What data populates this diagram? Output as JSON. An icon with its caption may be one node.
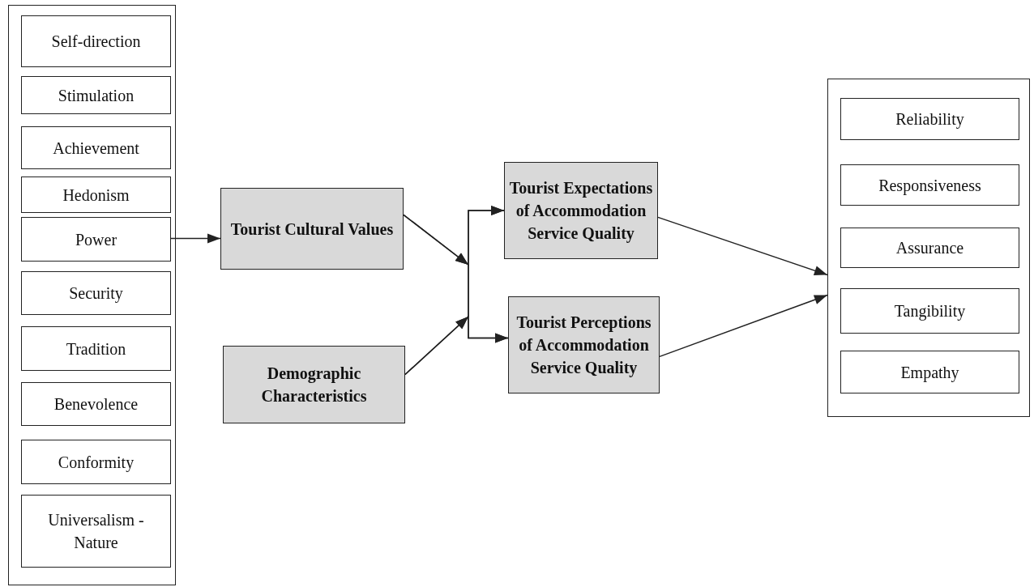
{
  "diagram": {
    "nodes": [
      {
        "text": [],
        "shape": "box"
      },
      {
        "text": [
          "Self-direction"
        ],
        "in": 0
      },
      {
        "text": [
          "Stimulation"
        ],
        "in": 0
      },
      {
        "text": [
          "Achievement"
        ],
        "in": 0
      },
      {
        "text": [
          "Hedonism"
        ],
        "in": 0
      },
      {
        "text": [
          "Power"
        ],
        "in": 0
      },
      {
        "text": [
          "Security"
        ],
        "in": 0
      },
      {
        "text": [
          "Tradition"
        ],
        "in": 0
      },
      {
        "text": [
          "Benevolence"
        ],
        "in": 0
      },
      {
        "text": [
          "Conformity"
        ],
        "in": 0
      },
      {
        "text": [
          "Universalism - Nature"
        ],
        "in": 0
      },
      {
        "text": [
          "Tourist Cultural Values"
        ]
      },
      {
        "text": [
          "Demographic Characteristics"
        ]
      },
      {
        "text": [
          "Tourist Expectations of Accommodation Service Quality"
        ]
      },
      {
        "text": [
          "Tourist Perceptions of Accommodation Service Quality"
        ]
      },
      {
        "text": [],
        "shape": "box"
      },
      {
        "text": [
          "Reliability"
        ],
        "in": 15
      },
      {
        "text": [
          "Responsiveness"
        ],
        "in": 15
      },
      {
        "text": [
          "Assurance"
        ],
        "in": 15
      },
      {
        "text": [
          "Tangibility"
        ],
        "in": 15
      },
      {
        "text": [
          "Empathy"
        ],
        "in": 15
      }
    ],
    "edges": [
      {
        "from": 5,
        "to": 11,
        "arrow": "to"
      },
      {
        "from": 11,
        "to": 13,
        "arrow": "to"
      },
      {
        "from": 11,
        "to": 14,
        "arrow": "to"
      },
      {
        "from": 12,
        "to": 13,
        "arrow": "to"
      },
      {
        "from": 12,
        "to": 14,
        "arrow": "to"
      },
      {
        "from": 13,
        "to": 15,
        "arrow": "to"
      },
      {
        "from": 14,
        "to": 15,
        "arrow": "to"
      }
    ]
  }
}
